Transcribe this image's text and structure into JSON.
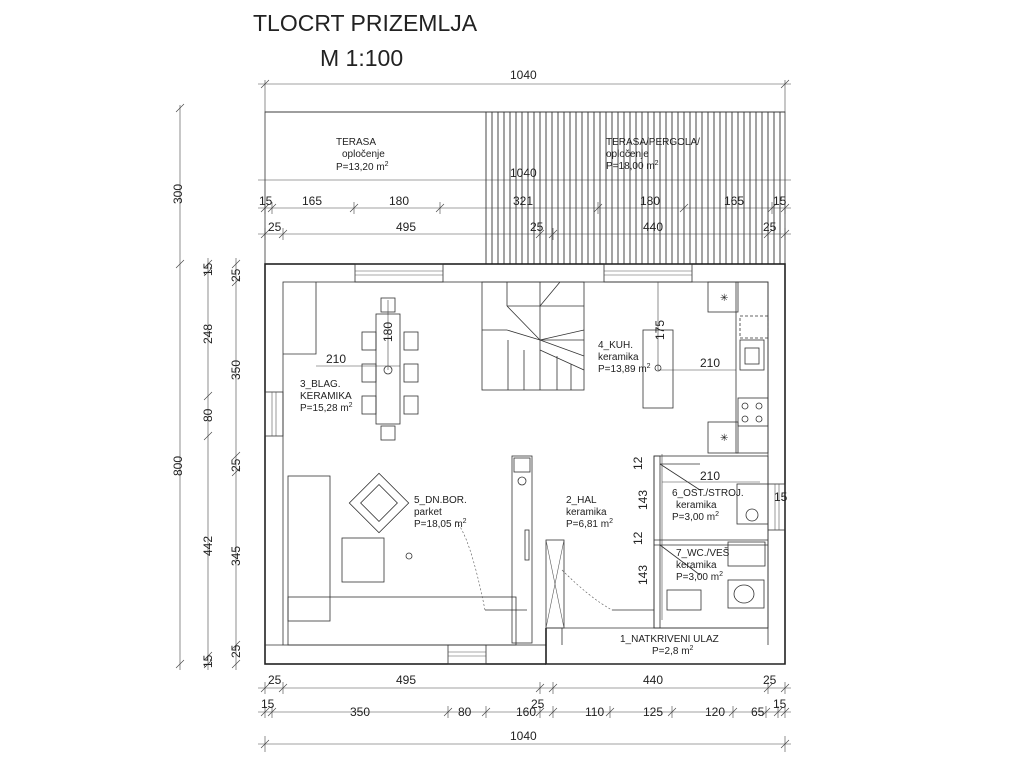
{
  "title": "TLOCRT PRIZEMLJA",
  "scale": "M 1:100",
  "overall_dims": {
    "top": "1040",
    "bottom": "1040",
    "left_outer": "800",
    "left_terrace": "300"
  },
  "terrace_dims": {
    "total": "1040",
    "row1": [
      "15",
      "165",
      "180",
      "321",
      "180",
      "165",
      "15"
    ],
    "row2": [
      "25",
      "495",
      "25",
      "440",
      "25"
    ]
  },
  "bottom_dims": {
    "row1": [
      "25",
      "495",
      "440",
      "25"
    ],
    "row2": [
      "15",
      "350",
      "80",
      "160",
      "25",
      "110",
      "125",
      "120",
      "65",
      "15"
    ]
  },
  "left_dims": {
    "outer": [
      "15",
      "248",
      "80",
      "442",
      "15"
    ],
    "inner": [
      "25",
      "350",
      "25",
      "345",
      "25"
    ]
  },
  "interior_dims": {
    "table": "180",
    "wall_210_a": "210",
    "kitchen_175": "175",
    "kitchen_210": "210",
    "wc_210": "210",
    "d12_a": "12",
    "d143_a": "143",
    "d12_b": "12",
    "d143_b": "143",
    "d15": "15"
  },
  "rooms": {
    "terasa": {
      "name": "TERASA",
      "finish": "opločenje",
      "area": "P=13,20 m",
      "sup": "2"
    },
    "terasa_pergola": {
      "name": "TERASA/PERGOLA/",
      "finish": "opločenje",
      "area": "P=18,00 m",
      "sup": "2"
    },
    "blag": {
      "name": "3_BLAG.",
      "finish": "KERAMIKA",
      "area": "P=15,28 m",
      "sup": "2"
    },
    "kuh": {
      "name": "4_KUH.",
      "finish": "keramika",
      "area": "P=13,89 m",
      "sup": "2"
    },
    "dn_bor": {
      "name": "5_DN.BOR.",
      "finish": "parket",
      "area": "P=18,05 m",
      "sup": "2"
    },
    "hal": {
      "name": "2_HAL",
      "finish": "keramika",
      "area": "P=6,81 m",
      "sup": "2"
    },
    "ost_stroj": {
      "name": "6_OST./STROJ.",
      "finish": "keramika",
      "area": "P=3,00 m",
      "sup": "2"
    },
    "wc_ves": {
      "name": "7_WC./VEŠ",
      "finish": "keramika",
      "area": "P=3,00 m",
      "sup": "2"
    },
    "natkriveni": {
      "name": "1_NATKRIVENI ULAZ",
      "area": "P=2,8 m",
      "sup": "2"
    }
  },
  "colors": {
    "ink": "#222222",
    "paper": "#ffffff"
  }
}
